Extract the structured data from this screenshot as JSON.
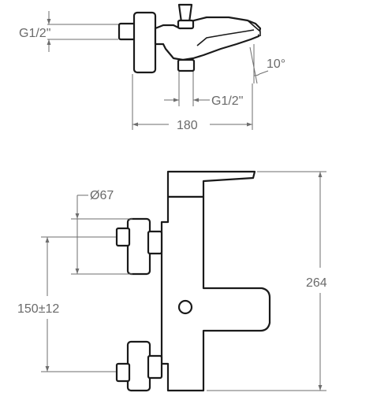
{
  "top_view": {
    "inlet_thread": "G1/2\"",
    "outlet_thread": "G1/2\"",
    "spout_angle": "10°",
    "overall_width": "180"
  },
  "front_view": {
    "eccentric_diameter": "Ø67",
    "inlet_spacing": "150±12",
    "overall_height": "264"
  }
}
